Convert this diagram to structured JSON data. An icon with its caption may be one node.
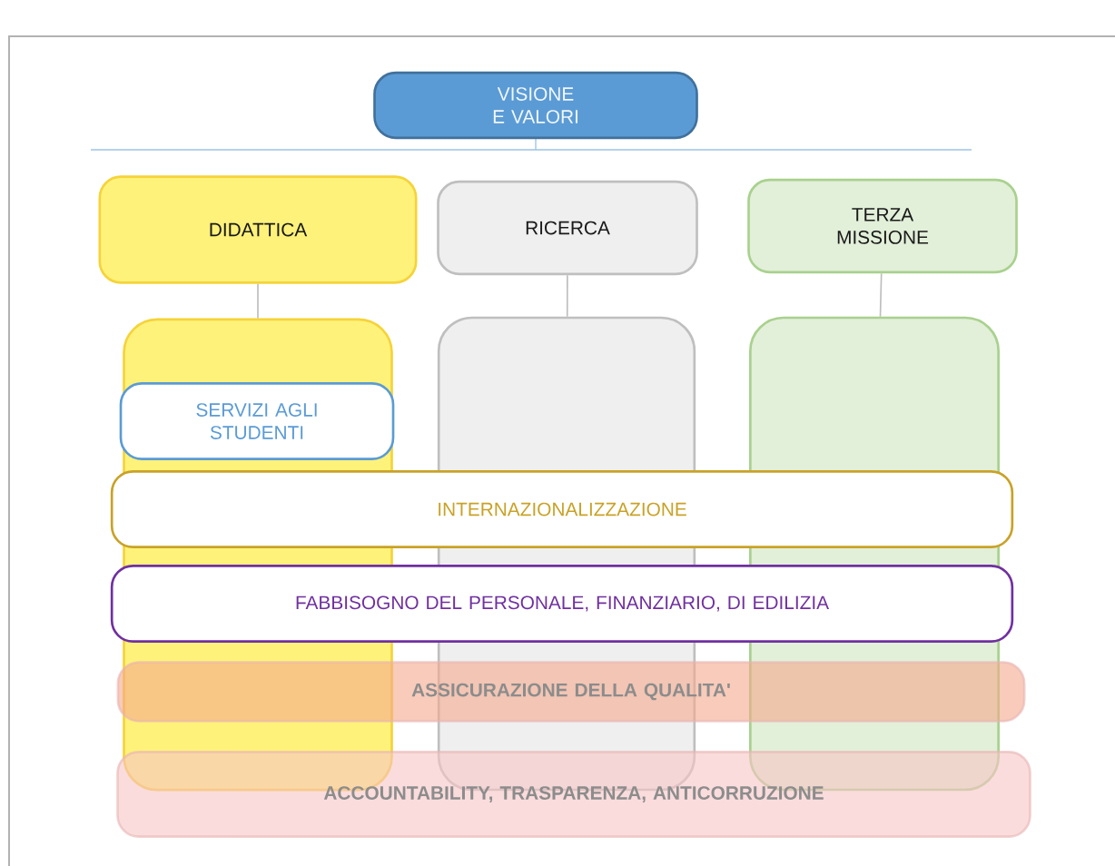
{
  "diagram": {
    "nodes": [
      {
        "text": [
          "VISIONE E VALORI"
        ]
      },
      {
        "text": [
          "DIDATTICA"
        ]
      },
      {
        "text": [
          "RICERCA"
        ]
      },
      {
        "text": [
          "TERZA MISSIONE"
        ]
      },
      {
        "text": [],
        "shape": "box"
      },
      {
        "text": [],
        "shape": "box"
      },
      {
        "text": [],
        "shape": "box"
      },
      {
        "text": [
          "SERVIZI AGLI STUDENTI"
        ],
        "in": 4
      },
      {
        "text": [
          "INTERNAZIONALIZZAZIONE"
        ]
      },
      {
        "text": [
          "FABBISOGNO DEL PERSONALE, FINANZIARIO, DI EDILIZIA"
        ]
      },
      {
        "text": [
          "ASSICURAZIONE DELLA QUALITA'"
        ]
      },
      {
        "text": [
          "ACCOUNTABILITY, TRASPARENZA, ANTICORRUZIONE"
        ]
      }
    ],
    "edges": [
      {
        "from": 1,
        "to": 4,
        "arrow": "none"
      },
      {
        "from": 2,
        "to": 5,
        "arrow": "none"
      },
      {
        "from": 3,
        "to": 6,
        "arrow": "none"
      }
    ]
  }
}
